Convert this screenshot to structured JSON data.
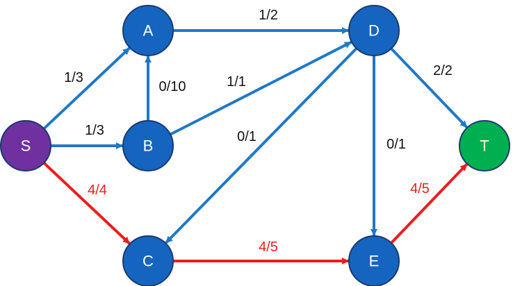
{
  "colors": {
    "edge_default": "#1f78c8",
    "edge_highlight": "#ee1c1c",
    "label_default": "#111111",
    "label_highlight": "#ee1c1c",
    "node_stroke": "#1a3a6e"
  },
  "nodes": [
    {
      "id": "S",
      "label": "S",
      "fill": "#7030a0"
    },
    {
      "id": "A",
      "label": "A",
      "fill": "#1565c0"
    },
    {
      "id": "B",
      "label": "B",
      "fill": "#1565c0"
    },
    {
      "id": "C",
      "label": "C",
      "fill": "#1565c0"
    },
    {
      "id": "D",
      "label": "D",
      "fill": "#1565c0"
    },
    {
      "id": "E",
      "label": "E",
      "fill": "#1565c0"
    },
    {
      "id": "T",
      "label": "T",
      "fill": "#00b050"
    }
  ],
  "edges": [
    {
      "from": "S",
      "to": "A",
      "label": "1/3",
      "highlight": false
    },
    {
      "from": "S",
      "to": "B",
      "label": "1/3",
      "highlight": false
    },
    {
      "from": "S",
      "to": "C",
      "label": "4/4",
      "highlight": true
    },
    {
      "from": "B",
      "to": "A",
      "label": "0/10",
      "highlight": false
    },
    {
      "from": "A",
      "to": "D",
      "label": "1/2",
      "highlight": false
    },
    {
      "from": "B",
      "to": "D",
      "label": "1/1",
      "highlight": false
    },
    {
      "from": "D",
      "to": "C",
      "label": "0/1",
      "highlight": false
    },
    {
      "from": "D",
      "to": "T",
      "label": "2/2",
      "highlight": false
    },
    {
      "from": "D",
      "to": "E",
      "label": "0/1",
      "highlight": false
    },
    {
      "from": "C",
      "to": "E",
      "label": "4/5",
      "highlight": true
    },
    {
      "from": "E",
      "to": "T",
      "label": "4/5",
      "highlight": true
    }
  ]
}
